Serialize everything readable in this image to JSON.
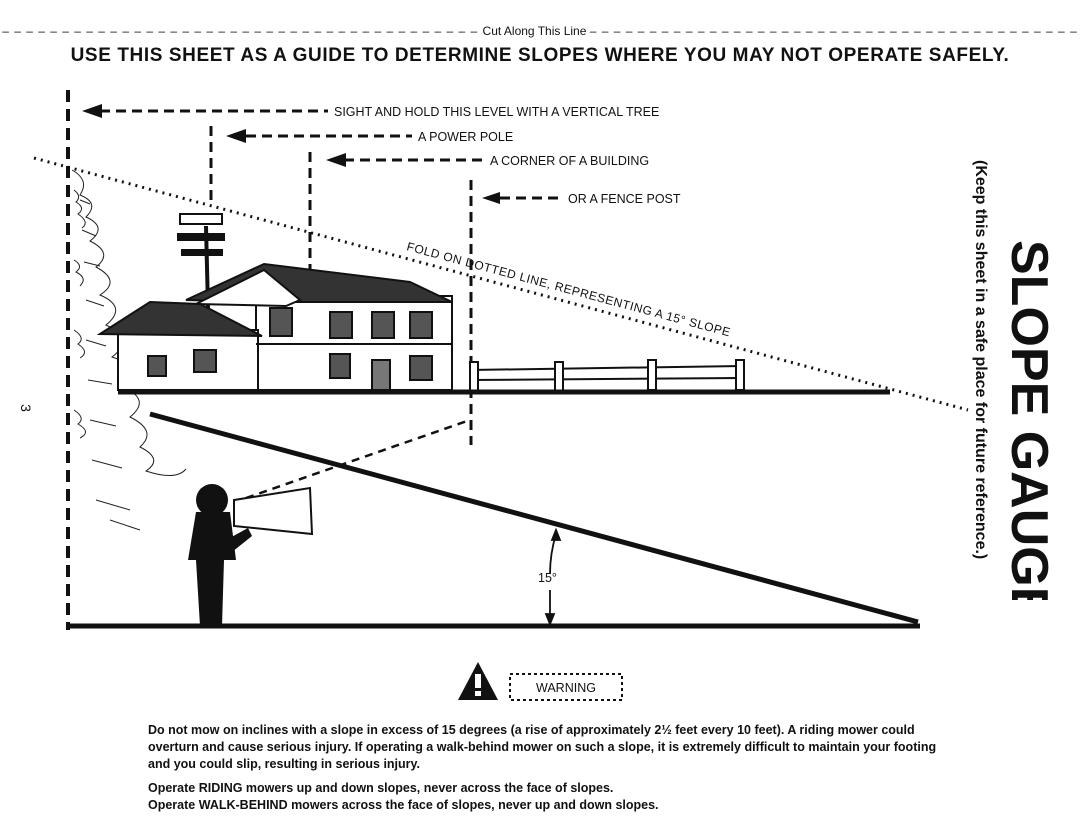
{
  "cut_line": "Cut Along This Line",
  "heading": "USE THIS SHEET AS A GUIDE TO DETERMINE SLOPES WHERE YOU MAY NOT OPERATE SAFELY.",
  "levels": {
    "tree": "SIGHT AND HOLD THIS LEVEL WITH A VERTICAL TREE",
    "pole": "A POWER POLE",
    "building": "A CORNER OF A BUILDING",
    "fence": "OR A FENCE POST"
  },
  "fold_text": "FOLD ON DOTTED LINE, REPRESENTING A 15° SLOPE",
  "angle_label": "15°",
  "page_number": "3",
  "side_title": "SLOPE GAUGE",
  "side_subtitle": "(Keep this sheet in a safe place for future reference.)",
  "warning": {
    "label": "WARNING",
    "paragraph1": "Do not mow on inclines with a slope in excess of 15 degrees (a rise of approximately 2½ feet every 10 feet). A riding mower could overturn and cause serious injury. If operating a walk-behind mower on such a slope, it is extremely difficult to maintain your footing and you could slip, resulting in serious injury.",
    "line_riding": "Operate RIDING mowers up and down slopes, never across the face of slopes.",
    "line_walk": "Operate WALK-BEHIND mowers across the face of slopes, never up and down slopes."
  }
}
